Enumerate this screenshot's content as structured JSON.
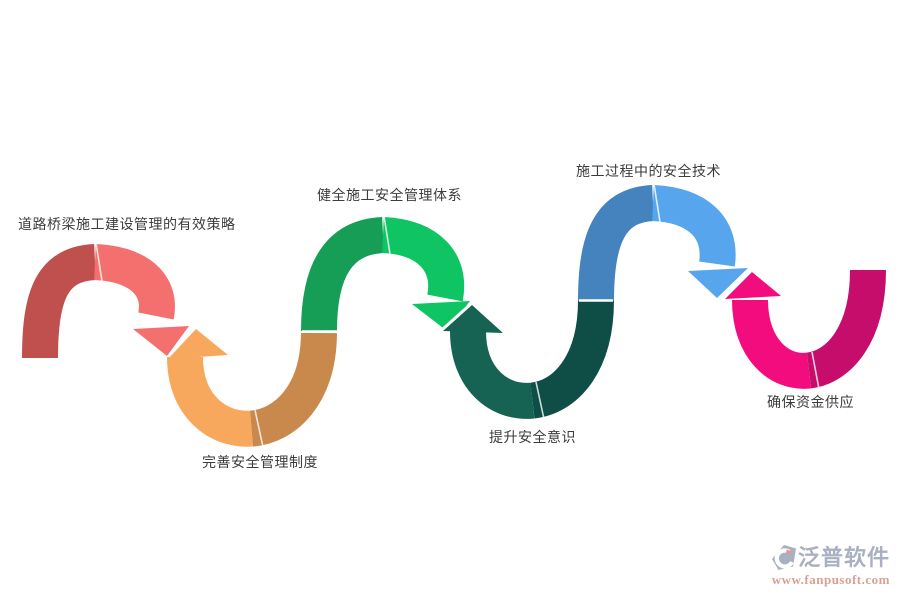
{
  "page": {
    "background": "#ffffff"
  },
  "diagram": {
    "label_color": "#3c3c3c",
    "steps": [
      {
        "label": "道路桥梁施工建设管理的有效策略",
        "shape": "arch-down-arrow",
        "colors": {
          "dark": "#c0504d",
          "light": "#f4706e"
        }
      },
      {
        "label": "完善安全管理制度",
        "shape": "u-curve-up-arrow",
        "colors": {
          "light": "#f8a85c",
          "dark": "#c9894c"
        }
      },
      {
        "label": "健全施工安全管理体系",
        "shape": "arch-down-arrow",
        "colors": {
          "dark": "#169e57",
          "light": "#0fc463"
        }
      },
      {
        "label": "提升安全意识",
        "shape": "u-curve-up-arrow",
        "colors": {
          "light": "#176353",
          "dark": "#0e4e47"
        }
      },
      {
        "label": "施工过程中的安全技术",
        "shape": "arch-down-arrow",
        "colors": {
          "dark": "#4483be",
          "light": "#57a5ed"
        }
      },
      {
        "label": "确保资金供应",
        "shape": "u-curve-up-arrow",
        "colors": {
          "light": "#f30c7e",
          "dark": "#c60d6c"
        }
      }
    ]
  },
  "watermark": {
    "brand": "泛普软件",
    "url": "www.fanpusoft.com",
    "brand_color": "#a9b0c1",
    "url_color": "#d9a095"
  }
}
